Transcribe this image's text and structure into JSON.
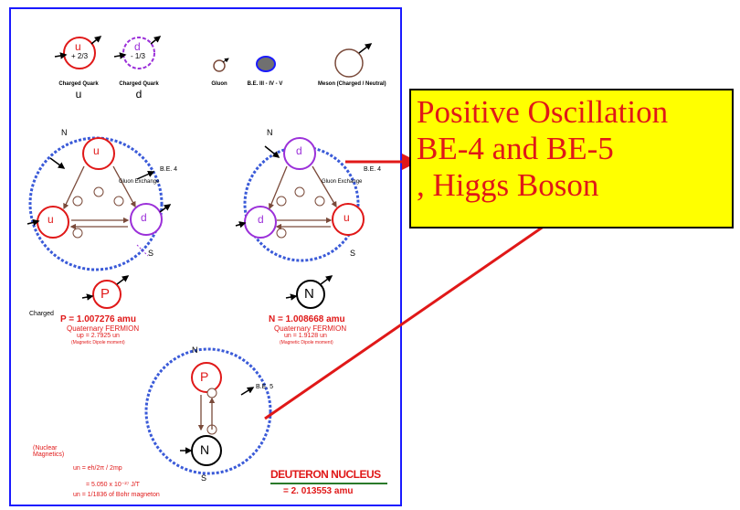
{
  "legend": {
    "items": [
      {
        "label": "Charged Quark",
        "symbol": "u"
      },
      {
        "label": "Charged Quark",
        "symbol": "d"
      },
      {
        "label": "Gluon",
        "symbol": ""
      },
      {
        "label": "B.E. III - IV - V",
        "symbol": ""
      },
      {
        "label": "Meson (Charged / Neutral)",
        "symbol": ""
      }
    ]
  },
  "quark_labels": {
    "u": "u",
    "d": "d",
    "u_charge": "+ 2/3",
    "d_charge": "- 1/3"
  },
  "diagram_labels": {
    "n_pole": "N",
    "s_pole": "S",
    "be4": "B.E. 4",
    "be5": "B.E. 5",
    "gluon_exchange": "Gluon Exchange"
  },
  "proton": {
    "symbol": "P",
    "charged_label": "Charged",
    "mass": "P = 1.007276 amu",
    "type": "Quaternary FERMION",
    "moment": "up = 2.7925 un",
    "moment_note": "(Magnetic Dipole moment)"
  },
  "neutron": {
    "symbol": "N",
    "mass": "N = 1.008668 amu",
    "type": "Quaternary FERMION",
    "moment": "un = 1.9128 un",
    "moment_note": "(Magnetic Dipole moment)"
  },
  "nuclear_magnetics": {
    "label": "(Nuclear Magnetics)",
    "line1": "un = eh/2π / 2mp",
    "line2": "= 5.050 x 10⁻²⁷ J/T",
    "line3": "un = 1/1836 of Bohr magneton"
  },
  "deuteron": {
    "title": "DEUTERON NUCLEUS",
    "mass": "= 2. 013553 amu"
  },
  "callout": {
    "line1": "Positive Oscillation",
    "line2": "BE-4 and BE-5",
    "line3": ", Higgs      Boson"
  },
  "colors": {
    "frame": "#1a1aff",
    "quark_u": "#e01818",
    "quark_d": "#9b30d9",
    "gluon": "#7a4a3a",
    "orbit": "#3a5ad8",
    "callout_bg": "#ffff00",
    "arrow": "#e01818"
  }
}
